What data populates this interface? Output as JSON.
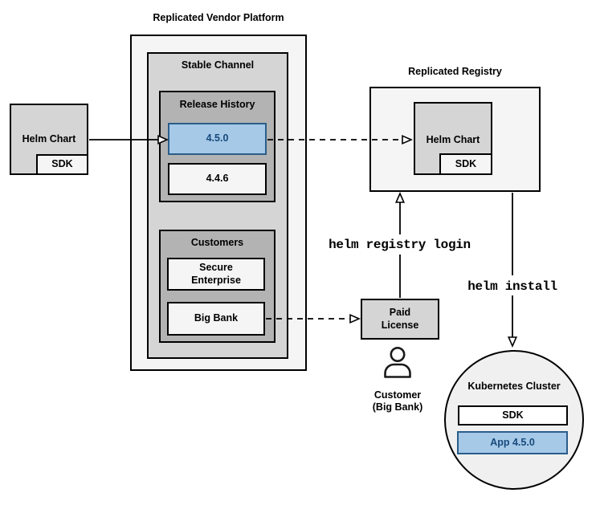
{
  "colors": {
    "g1": "#f5f5f5",
    "g2": "#d5d5d5",
    "g3": "#b3b3b3",
    "g4": "#f0f0f0",
    "border": "#000000",
    "blue_fill": "#a6c9e8",
    "blue_stroke": "#2b5d8a",
    "blue_text": "#17497b",
    "person_stroke": "#1a1a1a"
  },
  "platform": {
    "title": "Replicated Vendor Platform",
    "stable_channel": {
      "title": "Stable Channel",
      "release_history": {
        "title": "Release History",
        "releases": [
          {
            "version": "4.5.0",
            "highlighted": true
          },
          {
            "version": "4.4.6",
            "highlighted": false
          }
        ]
      },
      "customers": {
        "title": "Customers",
        "items": [
          {
            "name": "Secure Enterprise"
          },
          {
            "name": "Big Bank"
          }
        ]
      }
    }
  },
  "vendor_helm_chart": {
    "title": "Helm Chart",
    "sdk_label": "SDK"
  },
  "registry": {
    "title": "Replicated Registry",
    "helm_chart": {
      "title": "Helm Chart",
      "sdk_label": "SDK"
    }
  },
  "paid_license": {
    "label": "Paid License"
  },
  "customer": {
    "icon": "person-icon",
    "line1": "Customer",
    "line2": "(Big Bank)"
  },
  "cluster": {
    "title": "Kubernetes Cluster",
    "sdk_label": "SDK",
    "app_label": "App 4.5.0"
  },
  "commands": {
    "registry_login": "helm registry login",
    "install": "helm install"
  }
}
